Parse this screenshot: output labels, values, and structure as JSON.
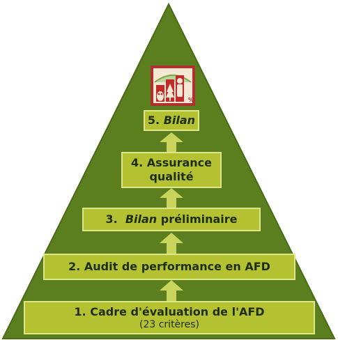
{
  "colors": {
    "background": "#ffffff",
    "pyramid": "#5b7f1e",
    "pyramid_edge": "#4a6a16",
    "step_fill": "#b4c232",
    "step_border": "#dde68a",
    "arrow": "#c9d45a",
    "text": "#1e2e0a"
  },
  "steps": [
    {
      "number": "5.",
      "label_italic": "Bilan",
      "label_rest": ""
    },
    {
      "number": "4.",
      "line1": "Assurance",
      "line2": "qualité"
    },
    {
      "number": "3.",
      "label_italic": "Bilan",
      "label_rest": "préliminaire"
    },
    {
      "number": "2.",
      "label": "Audit de performance en AFD"
    },
    {
      "number": "1.",
      "label": "Cadre d'évaluation de l'AFD",
      "sub": "(23 critères)"
    }
  ],
  "logo": {
    "percent": "%",
    "icons": [
      "owl-icon",
      "tree-icon",
      "person-icon",
      "bar-chart-icon"
    ]
  }
}
